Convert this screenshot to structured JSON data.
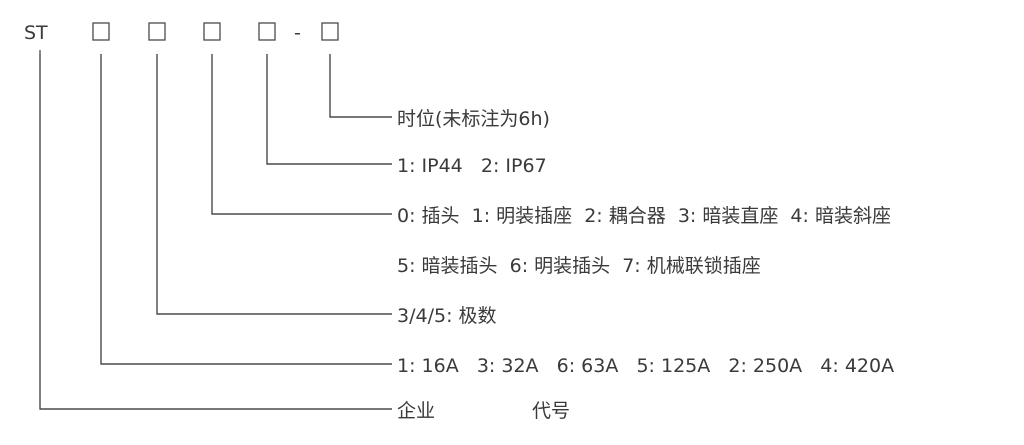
{
  "code": {
    "prefix": "ST",
    "box_glyph": "□",
    "separator": "-"
  },
  "descriptions": {
    "clock_position": "时位(未标注为6h)",
    "protection": "1: IP44   2: IP67",
    "type_line1": "0: 插头  1: 明装插座  2: 耦合器  3: 暗装直座  4: 暗装斜座",
    "type_line2": "5: 暗装插头  6: 明装插头  7: 机械联锁插座",
    "poles": "3/4/5: 极数",
    "current": "1: 16A   3: 32A   6: 63A   5: 125A   2: 250A   4: 420A",
    "company_code_left": "企业",
    "company_code_right": "代号"
  }
}
